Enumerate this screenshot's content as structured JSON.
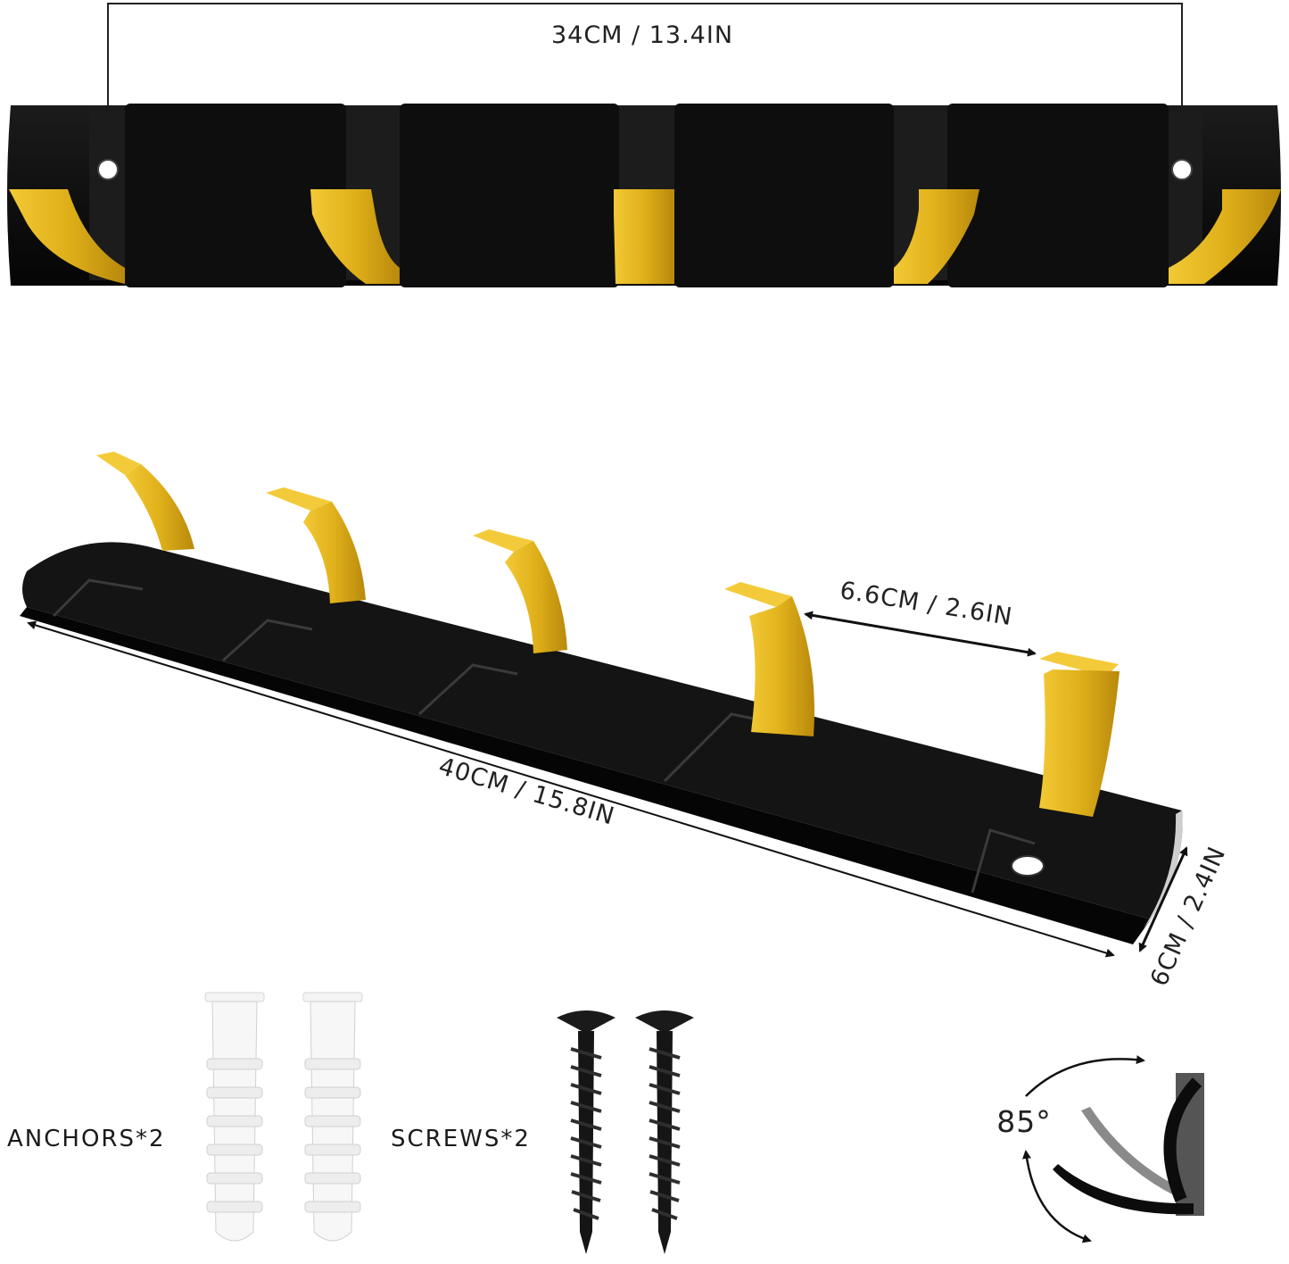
{
  "top_view": {
    "width_label": "34CM / 13.4IN"
  },
  "angled_view": {
    "spacing_label": "6.6CM / 2.6IN",
    "length_label": "40CM / 15.8IN",
    "height_label": "6CM / 2.4IN"
  },
  "accessories": {
    "anchors_label": "ANCHORS*2",
    "screws_label": "SCREWS*2"
  },
  "fold_angle_label": "85°",
  "colors": {
    "rack": "#0c0c0c",
    "hook": "#e3b51f",
    "hook_dark": "#a9820e"
  }
}
